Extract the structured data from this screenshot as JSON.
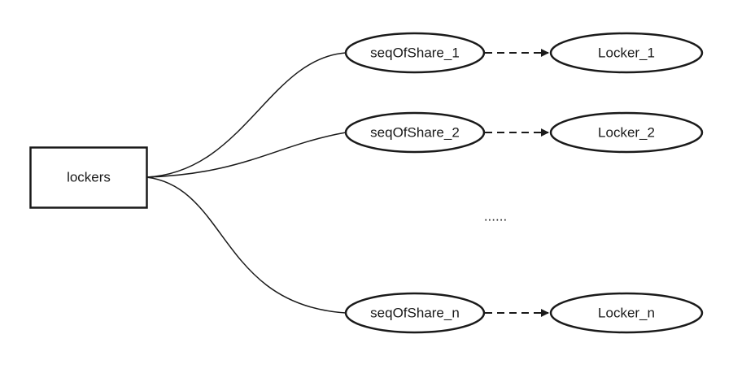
{
  "root": {
    "label": "lockers"
  },
  "branches": [
    {
      "share": "seqOfShare_1",
      "locker": "Locker_1"
    },
    {
      "share": "seqOfShare_2",
      "locker": "Locker_2"
    },
    {
      "share": "seqOfShare_n",
      "locker": "Locker_n"
    }
  ],
  "ellipsis": "......",
  "colors": {
    "stroke": "#1a1a1a",
    "fill": "#ffffff"
  }
}
